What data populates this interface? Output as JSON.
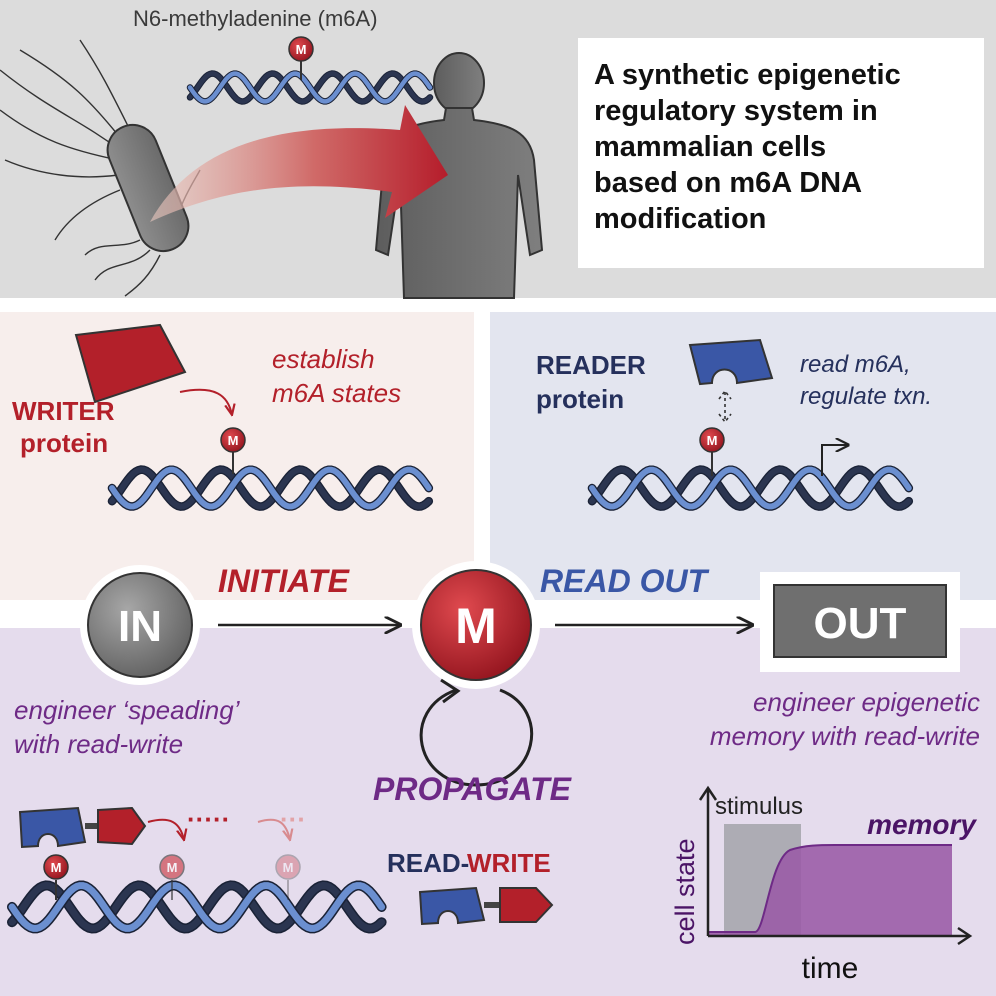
{
  "header": {
    "m6a_label": "N6-methyladenine (m6A)",
    "title_lines": [
      "A synthetic epigenetic",
      "regulatory system in",
      "mammalian cells",
      "based on m6A DNA",
      "modification"
    ]
  },
  "writer_panel": {
    "protein_lines": [
      "WRITER",
      "protein"
    ],
    "caption_lines": [
      "establish",
      "m6A states"
    ]
  },
  "reader_panel": {
    "protein_lines": [
      "READER",
      "protein"
    ],
    "caption_lines": [
      "read m6A,",
      "regulate txn."
    ]
  },
  "flow": {
    "in_label": "IN",
    "initiate_label": "INITIATE",
    "m_label": "M",
    "readout_label": "READ OUT",
    "out_label": "OUT",
    "propagate_label": "PROPAGATE"
  },
  "spreading": {
    "caption_lines": [
      "engineer ‘speading’",
      "with read-write"
    ]
  },
  "memory": {
    "caption_lines": [
      "engineer epigenetic",
      "memory with read-write"
    ],
    "stimulus_label": "stimulus",
    "memory_label": "memory",
    "ylabel": "cell state",
    "xlabel": "time"
  },
  "read_write": {
    "read_label": "READ-",
    "write_label": "WRITE"
  },
  "marker_letter": "M",
  "colors": {
    "header_bg": "#dcdcdc",
    "writer_bg": "#f7eeec",
    "reader_bg": "#e3e5ef",
    "purple_bg": "#e5dced",
    "red": "#b3202a",
    "blue": "#3a57a6",
    "navy": "#25305c",
    "purple": "#6e2a86",
    "grey": "#777777"
  }
}
